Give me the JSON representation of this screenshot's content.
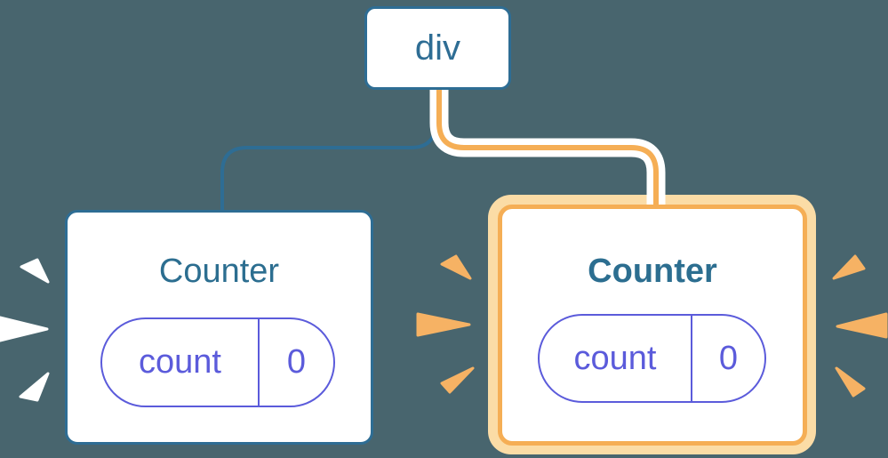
{
  "diagram": {
    "root": {
      "label": "div"
    },
    "left_counter": {
      "title": "Counter",
      "state_key": "count",
      "state_value": "0"
    },
    "right_counter": {
      "title": "Counter",
      "state_key": "count",
      "state_value": "0",
      "highlighted": true
    }
  },
  "colors": {
    "background": "#48656E",
    "steel_blue": "#2E6D94",
    "title_blue": "#2C6E90",
    "state_indigo": "#5B5BDB",
    "highlight_orange": "#F5AE55",
    "highlight_halo": "#FBDCA6",
    "burst_orange": "#F6B264",
    "card_white": "#FFFFFF"
  }
}
